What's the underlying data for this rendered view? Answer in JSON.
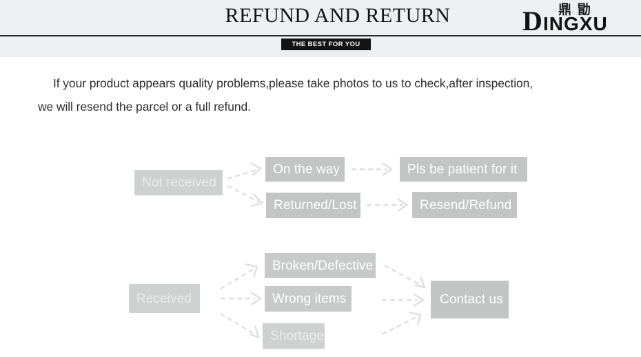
{
  "header": {
    "title": "REFUND AND RETURN",
    "badge": "THE BEST FOR YOU",
    "logo": {
      "chinese": "鼎勖",
      "initial": "D",
      "rest": "INGXU"
    }
  },
  "intro": {
    "line1": "If your product appears quality problems,please take photos to us to check,after inspection,",
    "line2": "we will resend the parcel or a full refund."
  },
  "flow": {
    "not_received": {
      "source": "Not received",
      "branches": [
        "On the way",
        "Returned/Lost"
      ],
      "outcomes": [
        "Pls be patient for it",
        "Resend/Refund"
      ]
    },
    "received": {
      "source": "Received",
      "branches": [
        "Broken/Defective",
        "Wrong items",
        "Shortage"
      ],
      "outcomes": [
        "Contact us"
      ]
    }
  },
  "colors": {
    "header_bg": "#eeeff0",
    "rule": "#2b2b2d",
    "badge_bg": "#131313",
    "box_fill": "#c3c4c4",
    "box_fill_faded": "#cfd0d0",
    "box_text": "#ffffff",
    "arrow": "#dedede",
    "body_text": "#2e2e2e"
  }
}
